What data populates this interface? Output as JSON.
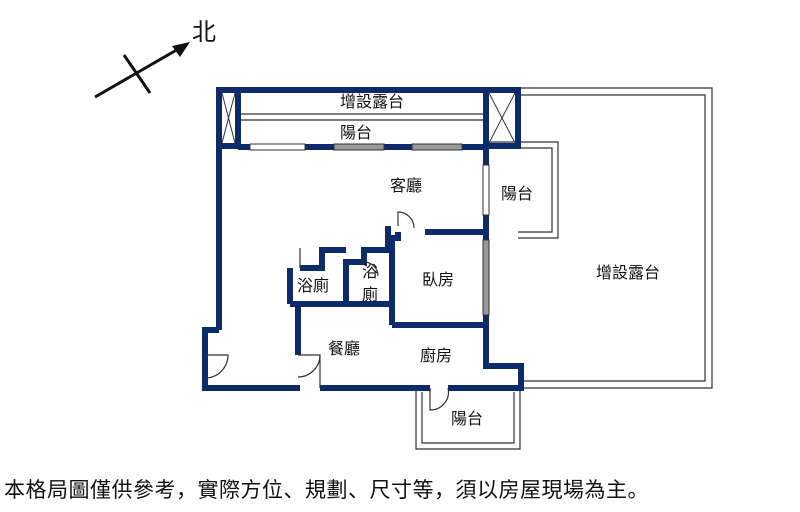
{
  "compass": {
    "label": "北"
  },
  "rooms": {
    "added_terrace_top": "增設露台",
    "balcony_top": "陽台",
    "living_room": "客廳",
    "balcony_right": "陽台",
    "added_terrace_right": "增設露台",
    "bath_left": "浴廁",
    "bath_middle_1": "浴",
    "bath_middle_2": "廁",
    "bedroom": "臥房",
    "dining_room": "餐廳",
    "kitchen": "廚房",
    "balcony_bottom": "陽台"
  },
  "disclaimer": "本格局圖僅供參考，實際方位、規劃、尺寸等，須以房屋現場為主。",
  "colors": {
    "wall": "#0d2a6b",
    "thin_line": "#333333",
    "window_fill": "#9a9a9a"
  }
}
